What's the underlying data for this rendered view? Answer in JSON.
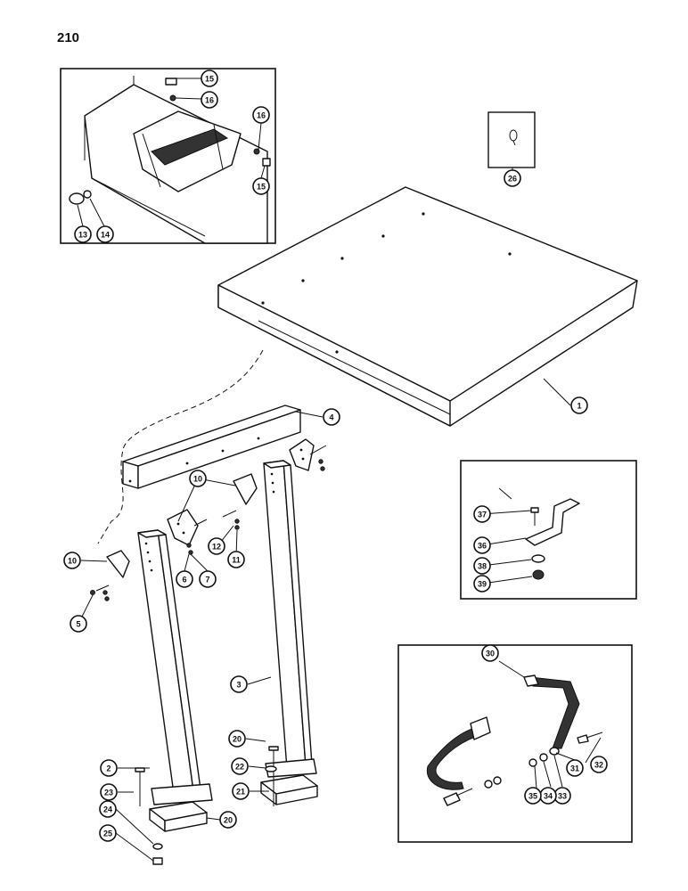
{
  "page": {
    "number": "210"
  },
  "callouts": {
    "c1": "1",
    "c2": "2",
    "c3": "3",
    "c4": "4",
    "c5": "5",
    "c6": "6",
    "c7": "7",
    "c10a": "10",
    "c10b": "10",
    "c11": "11",
    "c12": "12",
    "c13": "13",
    "c14": "14",
    "c15a": "15",
    "c15b": "15",
    "c16a": "16",
    "c16b": "16",
    "c20a": "20",
    "c20b": "20",
    "c21": "21",
    "c22": "22",
    "c23": "23",
    "c24": "24",
    "c25": "25",
    "c26": "26",
    "c30": "30",
    "c31": "31",
    "c32": "32",
    "c33": "33",
    "c34": "34",
    "c35": "35",
    "c36": "36",
    "c37": "37",
    "c38": "38",
    "c39": "39"
  }
}
